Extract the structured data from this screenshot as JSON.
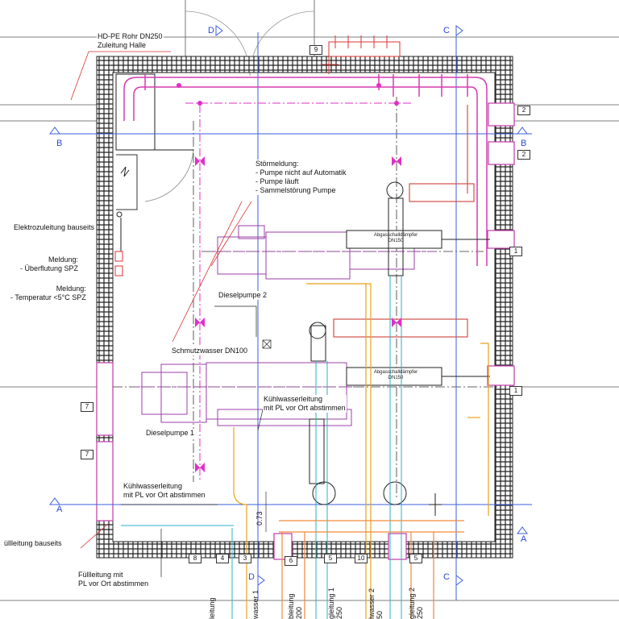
{
  "labels": {
    "hdpe": "HD-PE Rohr DN250\nZuleitung Halle",
    "stoermeldung": "Störmeldung:\n- Pumpe nicht auf Automatik\n- Pumpe läuft\n- Sammelstörung Pumpe",
    "elektro": "Elektrozuleitung bauseits",
    "meldung1": "Meldung:\n- Überflutung SPZ",
    "meldung2": "Meldung:\n- Temperatur <5°C SPZ",
    "dieselpumpe2": "Dieselpumpe 2",
    "schmutzwasser": "Schmutzwasser DN100",
    "kuehlwasser1": "Kühlwasserleitung\nmit PL vor Ort abstimmen",
    "dieselpumpe1": "Dieselpumpe 1",
    "kuehlwasser2": "Kühlwasserleitung\nmit PL vor Ort abstimmen",
    "fuellleitung_bauseits": "üllleitung bauseits",
    "fuellleitung": "Füllleitung mit\nPL vor Ort abstimmen",
    "abgas1": "Abgasschalldämpfer\nDN150",
    "abgas2": "Abgasschalldämpfer\nDN150",
    "dim": "0.73"
  },
  "sections": {
    "d_top": "D",
    "c_top": "C",
    "b_left": "B",
    "b_right": "B",
    "a_left": "A",
    "a_right": "A",
    "d_bottom": "D",
    "c_bottom": "C"
  },
  "tags": {
    "t9": "9",
    "t2a": "2",
    "t2b": "2",
    "t1a": "1",
    "t1b": "1",
    "t7a": "7",
    "t7b": "7",
    "t8": "8",
    "t4": "4",
    "t3": "3",
    "t6": "6",
    "t5a": "5",
    "t10": "10",
    "t5b": "5"
  },
  "bottom_texts": {
    "b1": "leitung",
    "b2": "wasser 1",
    "b3": "bleitung\n200",
    "b4": "gleitung 1\n250",
    "b5": "lwasser 2\n50",
    "b6": "gleitung 2\n250"
  }
}
